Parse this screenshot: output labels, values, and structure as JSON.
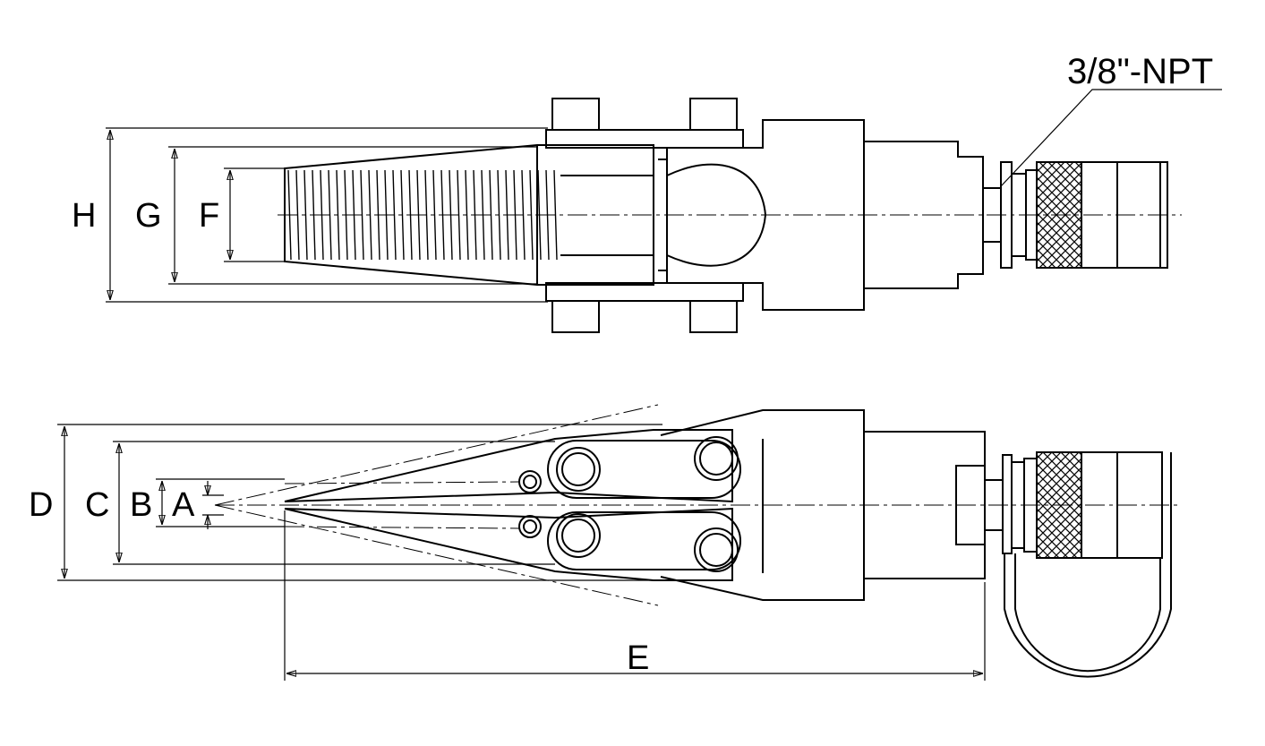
{
  "dimension_labels": {
    "H": "H",
    "G": "G",
    "F": "F",
    "D": "D",
    "C": "C",
    "B": "B",
    "A": "A",
    "E": "E"
  },
  "port_callout": "3/8\"-NPT",
  "colors": {
    "line": "#000000",
    "background": "#ffffff"
  }
}
